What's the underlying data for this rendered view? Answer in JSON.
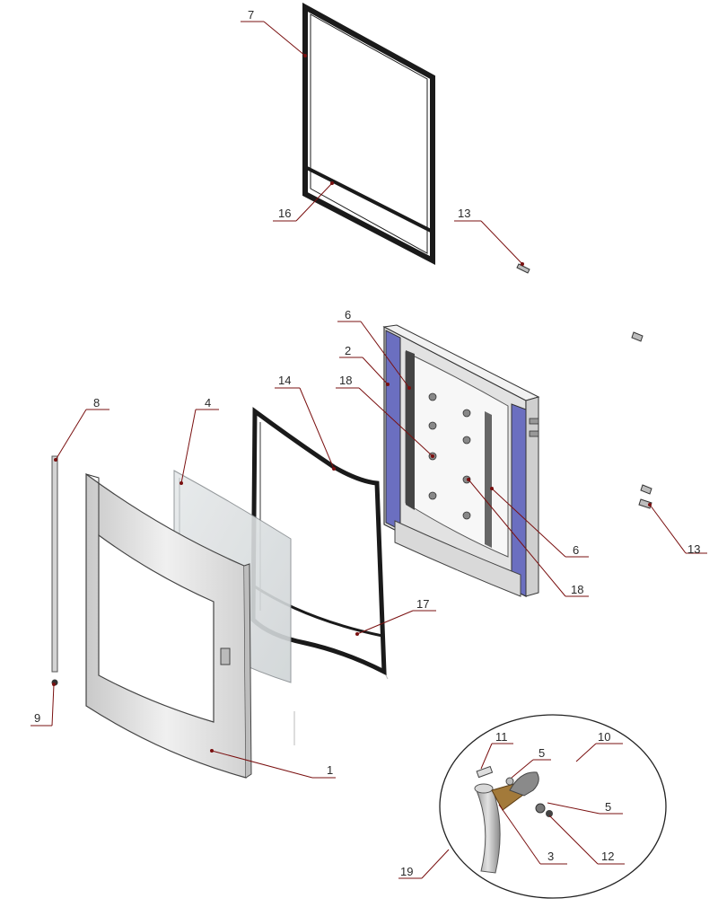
{
  "labels": {
    "l7": "7",
    "l16": "16",
    "l13a": "13",
    "l6a": "6",
    "l2": "2",
    "l14": "14",
    "l18a": "18",
    "l8": "8",
    "l4": "4",
    "l6b": "6",
    "l13b": "13",
    "l18b": "18",
    "l17": "17",
    "l9": "9",
    "l1": "1",
    "l11": "11",
    "l5a": "5",
    "l10": "10",
    "l5b": "5",
    "l3": "3",
    "l12": "12",
    "l19": "19"
  }
}
